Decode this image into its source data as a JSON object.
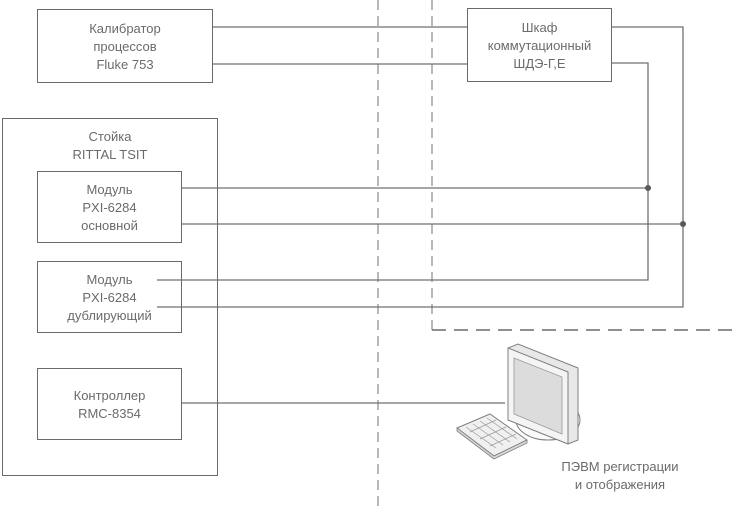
{
  "diagram": {
    "calibrator": {
      "lines": [
        "Калибратор",
        "процессов",
        "Fluke 753"
      ]
    },
    "cabinet": {
      "lines": [
        "Шкаф",
        "коммутационный",
        "ШДЭ-Г,Е"
      ]
    },
    "rack": {
      "lines": [
        "Стойка",
        "RITTAL TSIT"
      ]
    },
    "module_main": {
      "lines": [
        "Модуль",
        "PXI-6284",
        "основной"
      ]
    },
    "module_backup": {
      "lines": [
        "Модуль",
        "PXI-6284",
        "дублирующий"
      ]
    },
    "controller": {
      "lines": [
        "Контроллер",
        "RMC-8354"
      ]
    },
    "pc": {
      "icon": "computer-workstation-icon",
      "lines": [
        "ПЭВМ регистрации",
        "и отображения"
      ]
    }
  }
}
